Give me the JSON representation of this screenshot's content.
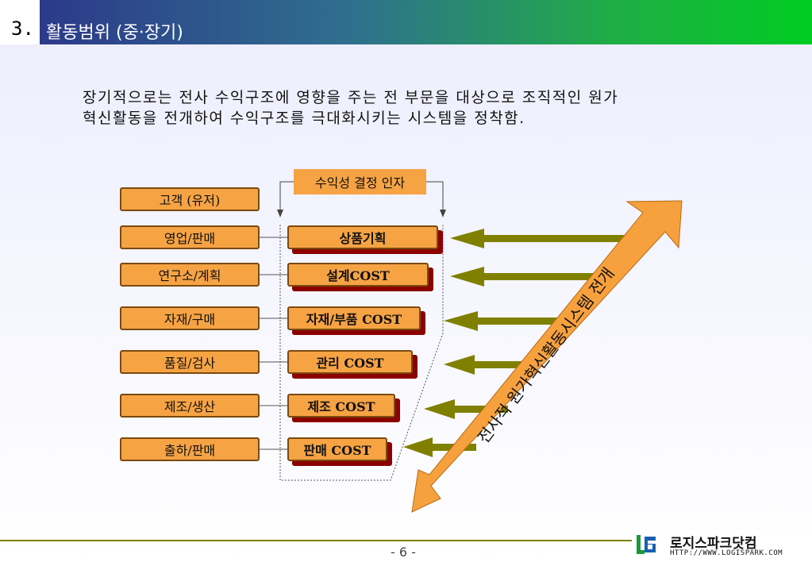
{
  "header": {
    "number": "3.",
    "title": "활동범위 (중·장기)"
  },
  "intro": {
    "line1": "장기적으로는 전사 수익구조에 영향을 주는 전 부문을 대상으로 조직적인 원가",
    "line2": "혁신활동을 전개하여 수익구조를 극대화시키는 시스템을 정착함."
  },
  "factor_header": "수익성 결정 인자",
  "departments": [
    "고객 (유저)",
    "영업/판매",
    "연구소/계획",
    "자재/구매",
    "품질/검사",
    "제조/생산",
    "출하/판매"
  ],
  "factors": [
    "상품기획",
    "설계COST",
    "자재/부품 COST",
    "관리 COST",
    "제조 COST",
    "판매 COST"
  ],
  "big_arrow_label": "전사적 원가혁신활동시스템 전개",
  "page_number": "- 6 -",
  "logo": {
    "name": "로지스파크닷컴",
    "url": "HTTP://WWW.LOGISPARK.COM"
  },
  "colors": {
    "box_fill": "#f6a344",
    "box_border": "#7a4a10",
    "shadow": "#8b0000",
    "arrow_olive": "#808000",
    "big_arrow": "#f7a13e"
  }
}
